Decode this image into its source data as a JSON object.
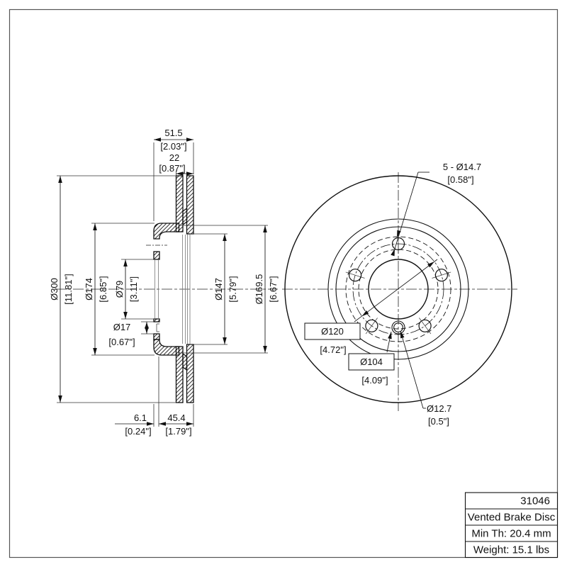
{
  "title_block": {
    "part_number": "31046",
    "part_name": "Vented Brake Disc",
    "min_thickness": "Min Th: 20.4 mm",
    "weight": "Weight: 15.1 lbs"
  },
  "dims": {
    "overall_width_mm": "51.5",
    "overall_width_in": "[2.03\"]",
    "disc_thickness_mm": "22",
    "disc_thickness_in": "[0.87\"]",
    "outer_dia_mm": "Ø300",
    "outer_dia_in": "[11.81\"]",
    "hat_dia_mm": "Ø174",
    "hat_dia_in": "[6.85\"]",
    "bore_dia_mm": "Ø79",
    "bore_dia_in": "[3.11\"]",
    "pin_cbore_mm": "Ø17",
    "pin_cbore_in": "[0.67\"]",
    "friction_inner_mm": "Ø147",
    "friction_inner_in": "[5.79\"]",
    "friction_outer_mm": "Ø169.5",
    "friction_outer_in": "[6.67\"]",
    "face_offset_mm": "6.1",
    "face_offset_in": "[0.24\"]",
    "hat_depth_mm": "45.4",
    "hat_depth_in": "[1.79\"]",
    "bolt_holes_mm": "5 - Ø14.7",
    "bolt_holes_in": "[0.58\"]",
    "bolt_circle_mm": "Ø120",
    "bolt_circle_in": "[4.72\"]",
    "pin_circle_mm": "Ø104",
    "pin_circle_in": "[4.09\"]",
    "pin_hole_mm": "Ø12.7",
    "pin_hole_in": "[0.5\"]"
  }
}
